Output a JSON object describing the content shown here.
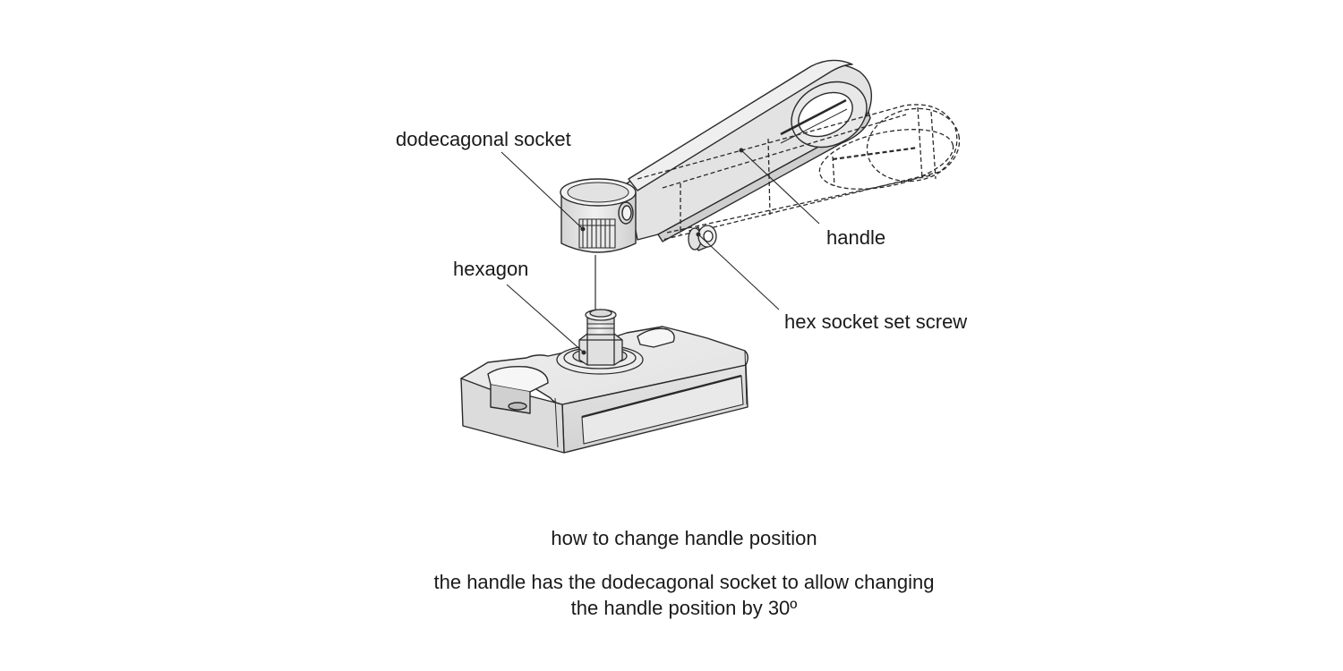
{
  "labels": {
    "dodecagonal_socket": "dodecagonal socket",
    "handle": "handle",
    "hexagon": "hexagon",
    "hex_socket_set_screw": "hex socket set screw"
  },
  "caption": {
    "title": "how to change handle position",
    "description_line1": "the handle has the dodecagonal socket to allow changing",
    "description_line2": "the handle position by 30º"
  },
  "colors": {
    "part_fill": "#e6e6e6",
    "part_fill_light": "#f2f2f2",
    "part_fill_dark": "#cfcfcf",
    "outline": "#2a2a2a"
  }
}
